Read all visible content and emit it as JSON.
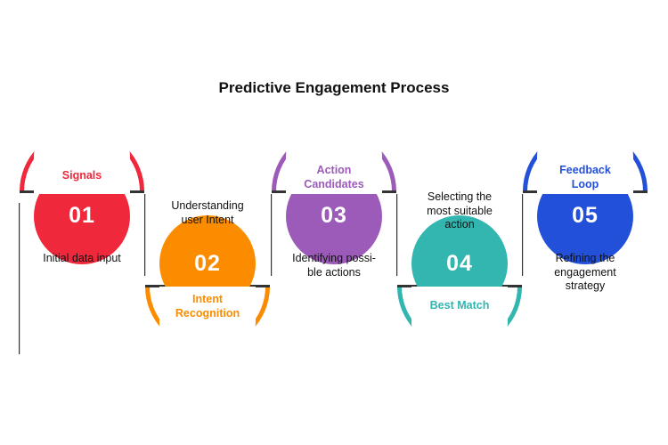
{
  "title": "Predictive Engagement Process",
  "steps": [
    {
      "number": "01",
      "title": "Signals",
      "description": "Initial data input",
      "color": "#f0283c"
    },
    {
      "number": "02",
      "title": "Intent\nRecognition",
      "description": "Understanding\nuser Intent",
      "color": "#fb8c00"
    },
    {
      "number": "03",
      "title": "Action\nCandidates",
      "description": "Identifying possi-\nble actions",
      "color": "#9c5bb8"
    },
    {
      "number": "04",
      "title": "Best Match",
      "description": "Selecting the\nmost suitable\naction",
      "color": "#33b5b0"
    },
    {
      "number": "05",
      "title": "Feedback\nLoop",
      "description": "Refining the\nengagement\nstrategy",
      "color": "#2350d8"
    }
  ]
}
